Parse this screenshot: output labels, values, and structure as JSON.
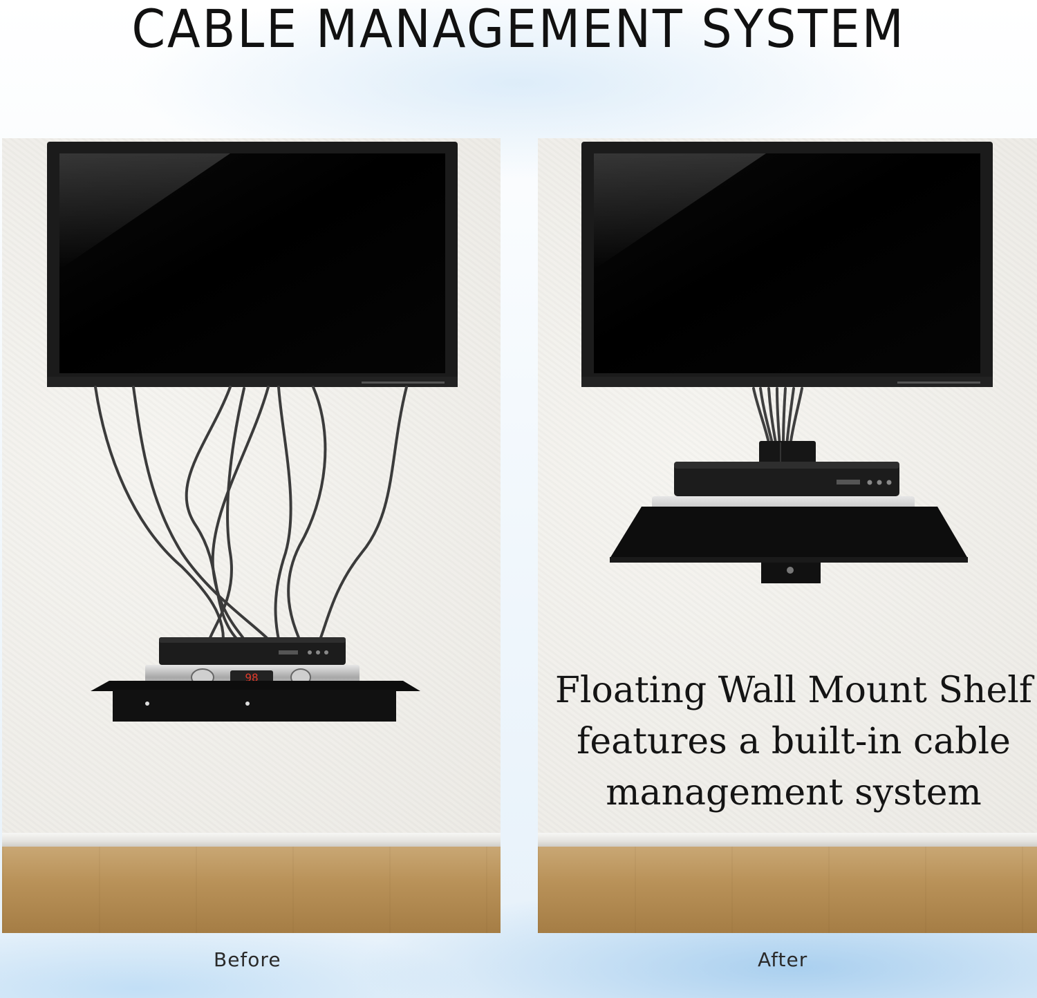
{
  "headline": "CABLE MANAGEMENT SYSTEM",
  "caption": {
    "line1": "Floating Wall Mount Shelf",
    "line2": "features a built-in cable",
    "line3": "management system"
  },
  "labels": {
    "before": "Before",
    "after": "After"
  },
  "receiver_display": "98",
  "colors": {
    "tv_bezel": "#1a1a1a",
    "shelf": "#0d0d0d",
    "wall": "#ecebe6",
    "floor": "#b99259",
    "cable": "#3b3b3b",
    "background_accent": "#8fc2ea"
  }
}
